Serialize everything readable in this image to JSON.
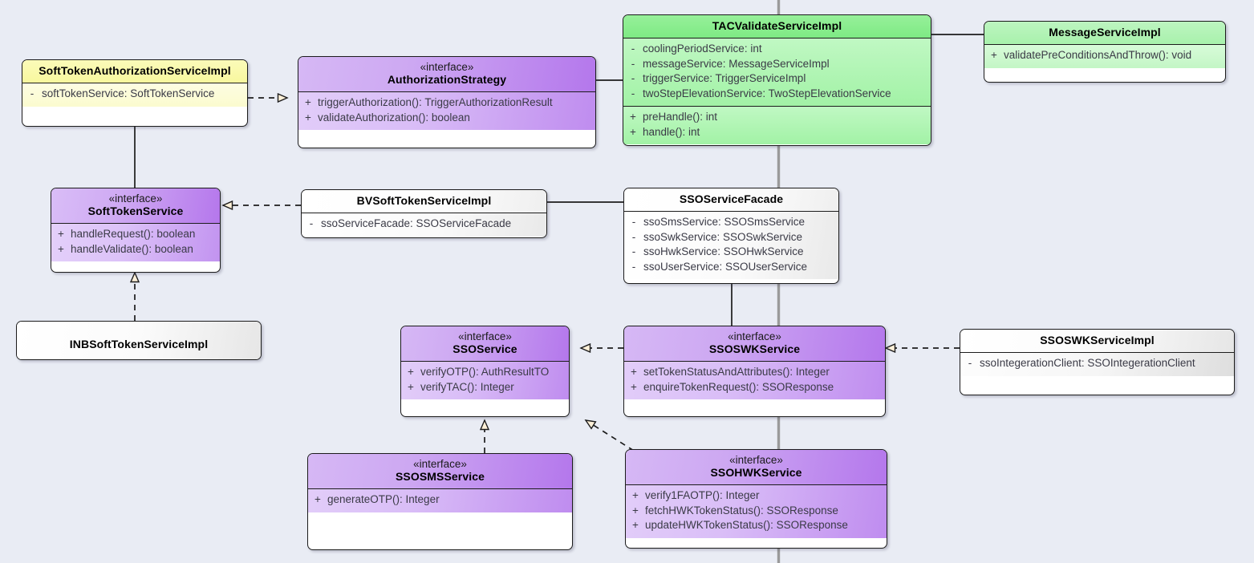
{
  "diagram": {
    "kind": "uml-class-diagram",
    "background_color": "#e9ecf4",
    "lane_divider_color": "#9a9a9a"
  },
  "classes": {
    "softTokenAuthorizationServiceImpl": {
      "name": "SoftTokenAuthorizationServiceImpl",
      "stereotype": "",
      "attributes": [
        {
          "vis": "-",
          "sig": "softTokenService: SoftTokenService"
        }
      ],
      "operations": []
    },
    "authorizationStrategy": {
      "name": "AuthorizationStrategy",
      "stereotype": "«interface»",
      "attributes": [],
      "operations": [
        {
          "vis": "+",
          "sig": "triggerAuthorization(): TriggerAuthorizationResult"
        },
        {
          "vis": "+",
          "sig": "validateAuthorization(): boolean"
        }
      ]
    },
    "tacValidateServiceImpl": {
      "name": "TACValidateServiceImpl",
      "stereotype": "",
      "attributes": [
        {
          "vis": "-",
          "sig": "coolingPeriodService: int"
        },
        {
          "vis": "-",
          "sig": "messageService: MessageServiceImpl"
        },
        {
          "vis": "-",
          "sig": "triggerService: TriggerServiceImpl"
        },
        {
          "vis": "-",
          "sig": "twoStepElevationService: TwoStepElevationService"
        }
      ],
      "operations": [
        {
          "vis": "+",
          "sig": "preHandle(): int"
        },
        {
          "vis": "+",
          "sig": "handle(): int"
        }
      ]
    },
    "messageServiceImpl": {
      "name": "MessageServiceImpl",
      "stereotype": "",
      "attributes": [],
      "operations": [
        {
          "vis": "+",
          "sig": "validatePreConditionsAndThrow(): void"
        }
      ]
    },
    "softTokenService": {
      "name": "SoftTokenService",
      "stereotype": "«interface»",
      "attributes": [],
      "operations": [
        {
          "vis": "+",
          "sig": "handleRequest(): boolean"
        },
        {
          "vis": "+",
          "sig": "handleValidate(): boolean"
        }
      ]
    },
    "bvSoftTokenServiceImpl": {
      "name": "BVSoftTokenServiceImpl",
      "stereotype": "",
      "attributes": [
        {
          "vis": "-",
          "sig": "ssoServiceFacade: SSOServiceFacade"
        }
      ],
      "operations": []
    },
    "ssoServiceFacade": {
      "name": "SSOServiceFacade",
      "stereotype": "",
      "attributes": [
        {
          "vis": "-",
          "sig": "ssoSmsService: SSOSmsService"
        },
        {
          "vis": "-",
          "sig": "ssoSwkService: SSOSwkService"
        },
        {
          "vis": "-",
          "sig": "ssoHwkService: SSOHwkService"
        },
        {
          "vis": "-",
          "sig": "ssoUserService: SSOUserService"
        }
      ],
      "operations": []
    },
    "inbSoftTokenServiceImpl": {
      "name": "INBSoftTokenServiceImpl",
      "stereotype": "",
      "attributes": [],
      "operations": []
    },
    "ssoService": {
      "name": "SSOService",
      "stereotype": "«interface»",
      "attributes": [],
      "operations": [
        {
          "vis": "+",
          "sig": "verifyOTP(): AuthResultTO"
        },
        {
          "vis": "+",
          "sig": "verifyTAC(): Integer"
        }
      ]
    },
    "ssoSwkService": {
      "name": "SSOSWKService",
      "stereotype": "«interface»",
      "attributes": [],
      "operations": [
        {
          "vis": "+",
          "sig": "setTokenStatusAndAttributes(): Integer"
        },
        {
          "vis": "+",
          "sig": "enquireTokenRequest(): SSOResponse"
        }
      ]
    },
    "ssoSwkServiceImpl": {
      "name": "SSOSWKServiceImpl",
      "stereotype": "",
      "attributes": [
        {
          "vis": "-",
          "sig": "ssoIntegerationClient: SSOIntegerationClient"
        }
      ],
      "operations": []
    },
    "ssoSmsService": {
      "name": "SSOSMSService",
      "stereotype": "«interface»",
      "attributes": [],
      "operations": [
        {
          "vis": "+",
          "sig": "generateOTP(): Integer"
        }
      ]
    },
    "ssoHwkService": {
      "name": "SSOHWKService",
      "stereotype": "«interface»",
      "attributes": [],
      "operations": [
        {
          "vis": "+",
          "sig": "verify1FAOTP(): Integer"
        },
        {
          "vis": "+",
          "sig": "fetchHWKTokenStatus(): SSOResponse"
        },
        {
          "vis": "+",
          "sig": "updateHWKTokenStatus(): SSOResponse"
        }
      ]
    }
  },
  "connectors": [
    {
      "id": "c1",
      "from": "softTokenAuthorizationServiceImpl",
      "to": "authorizationStrategy",
      "type": "realization"
    },
    {
      "id": "c2",
      "from": "softTokenAuthorizationServiceImpl",
      "to": "softTokenService",
      "type": "association"
    },
    {
      "id": "c3",
      "from": "authorizationStrategy",
      "to": "tacValidateServiceImpl",
      "type": "association"
    },
    {
      "id": "c4",
      "from": "tacValidateServiceImpl",
      "to": "messageServiceImpl",
      "type": "association"
    },
    {
      "id": "c5",
      "from": "bvSoftTokenServiceImpl",
      "to": "softTokenService",
      "type": "realization"
    },
    {
      "id": "c6",
      "from": "bvSoftTokenServiceImpl",
      "to": "ssoServiceFacade",
      "type": "association"
    },
    {
      "id": "c7",
      "from": "inbSoftTokenServiceImpl",
      "to": "softTokenService",
      "type": "realization"
    },
    {
      "id": "c8",
      "from": "ssoServiceFacade",
      "to": "ssoSwkService",
      "type": "association"
    },
    {
      "id": "c9",
      "from": "ssoSwkService",
      "to": "ssoService",
      "type": "realization"
    },
    {
      "id": "c10",
      "from": "ssoSwkServiceImpl",
      "to": "ssoSwkService",
      "type": "realization"
    },
    {
      "id": "c11",
      "from": "ssoSmsService",
      "to": "ssoService",
      "type": "realization"
    },
    {
      "id": "c12",
      "from": "ssoHwkService",
      "to": "ssoService",
      "type": "realization"
    }
  ]
}
